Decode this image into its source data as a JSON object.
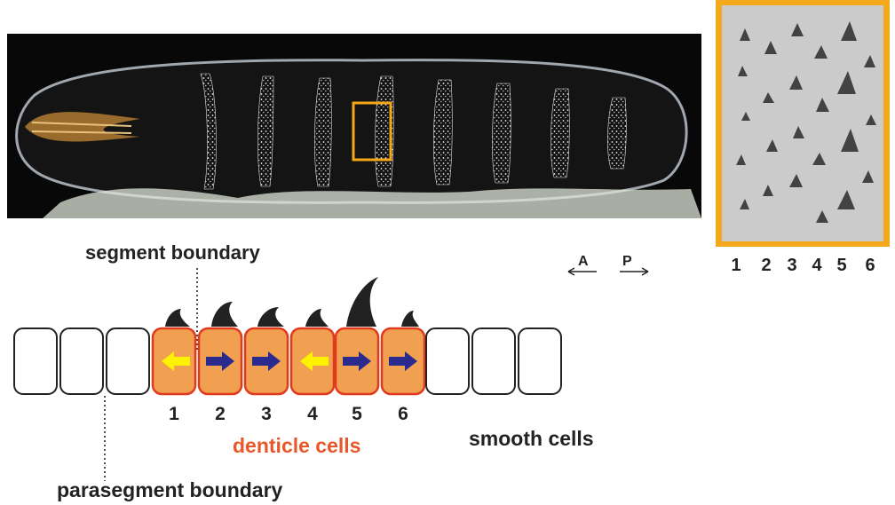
{
  "labels": {
    "segment_boundary": "segment boundary",
    "parasegment_boundary": "parasegment boundary",
    "denticle_cells": "denticle cells",
    "smooth_cells": "smooth cells"
  },
  "axis": {
    "anterior": "A",
    "posterior": "P"
  },
  "cell_numbers": [
    "1",
    "2",
    "3",
    "4",
    "5",
    "6"
  ],
  "inset_numbers": [
    "1",
    "2",
    "3",
    "4",
    "5",
    "6"
  ],
  "cells": {
    "smooth_left_count": 3,
    "denticle_count": 6,
    "smooth_right_count": 3,
    "arrow_directions": [
      "left",
      "right",
      "right",
      "left",
      "right",
      "right"
    ]
  },
  "colors": {
    "denticle_fill": "#f0a050",
    "denticle_border": "#e23a1e",
    "arrow_left": "#fff200",
    "arrow_right": "#2b2b8f",
    "denticle_label": "#e8572a",
    "inset_frame": "#f4a81c",
    "highlight_box": "#f4a81c",
    "micrograph_bg": "#080808"
  }
}
